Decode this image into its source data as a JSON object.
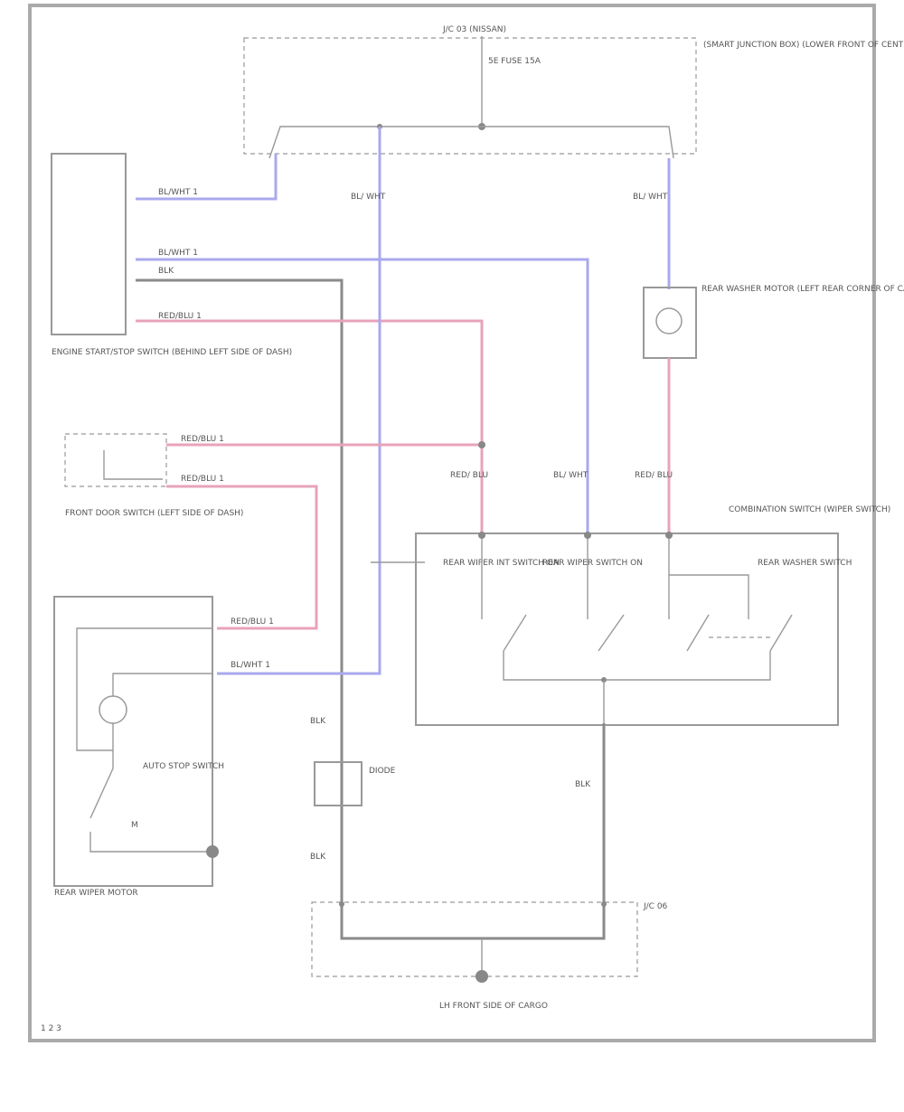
{
  "colors": {
    "wire_black": "#8a8a8a",
    "wire_blue": "#a9a9ee",
    "wire_red": "#e8a3b8",
    "frame": "#aaaaaa"
  },
  "labels": {
    "top_splice": "J/C 03 (NISSAN)",
    "top_fuse_box": "(SMART JUNCTION BOX) (LOWER FRONT OF CENTER CONSOLE)",
    "top_pins": "5E  FUSE  15A",
    "left_switch": "ENGINE START/STOP SWITCH (BEHIND LEFT SIDE OF DASH)",
    "left_wire1": "BL/WHT 1",
    "left_wire2": "BL/WHT 1",
    "left_wire3": "BLK",
    "left_wire4": "RED/BLU 1",
    "door_switch": "FRONT DOOR SWITCH (LEFT SIDE OF DASH)",
    "door_w1": "RED/BLU 1",
    "door_w2": "RED/BLU 1",
    "motor_label": "REAR WIPER MOTOR",
    "motor_w1": "RED/BLU 1",
    "motor_w2": "BL/WHT 1",
    "motor_stop": "AUTO STOP SWITCH",
    "motor_m": "M",
    "right_comb": "COMBINATION SWITCH (WIPER SWITCH)",
    "right_sensor": "REAR WASHER MOTOR (LEFT REAR CORNER OF CARGO AREA)",
    "sw_1": "REAR WIPER INT SWITCH ON",
    "sw_2": "REAR WIPER SWITCH ON",
    "sw_3": "REAR WASHER SWITCH",
    "col_w1": "RED/ BLU",
    "col_w2": "BL/ WHT",
    "col_w3": "RED/ BLU",
    "upper_w1": "BL/ WHT",
    "upper_w2": "BL/ WHT",
    "diode": "DIODE",
    "blk1": "BLK",
    "blk2": "BLK",
    "blk3": "BLK",
    "ground_jc": "J/C 06",
    "ground": "LH FRONT SIDE OF CARGO",
    "footer": "1 2 3"
  }
}
